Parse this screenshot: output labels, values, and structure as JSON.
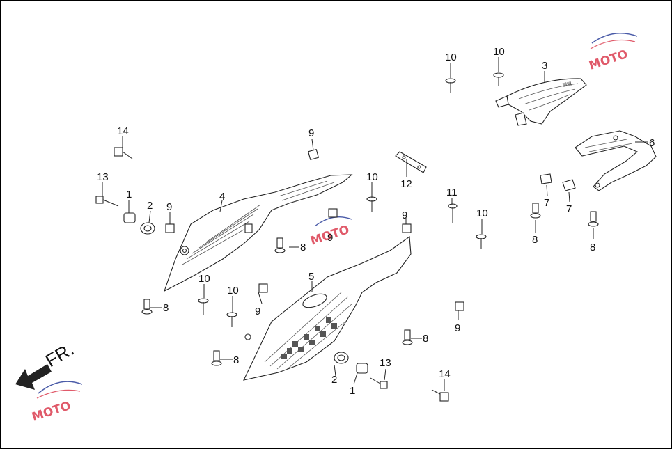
{
  "labels": {
    "l1a": "1",
    "l1b": "1",
    "l2a": "2",
    "l2b": "2",
    "l3": "3",
    "l4": "4",
    "l5": "5",
    "l6": "6",
    "l7a": "7",
    "l7b": "7",
    "l8a": "8",
    "l8b": "8",
    "l8c": "8",
    "l8d": "8",
    "l8e": "8",
    "l8f": "8",
    "l9a": "9",
    "l9b": "9",
    "l9c": "9",
    "l9d": "9",
    "l9e": "9",
    "l9f": "9",
    "l10a": "10",
    "l10b": "10",
    "l10c": "10",
    "l10d": "10",
    "l10e": "10",
    "l10f": "10",
    "l11": "11",
    "l12": "12",
    "l13a": "13",
    "l13b": "13",
    "l14a": "14",
    "l14b": "14"
  },
  "direction_label": "FR.",
  "watermark": "MOTO",
  "colors": {
    "line": "#222222",
    "watermark_red": "#e05a6a",
    "watermark_blue": "#4a5ba8"
  }
}
